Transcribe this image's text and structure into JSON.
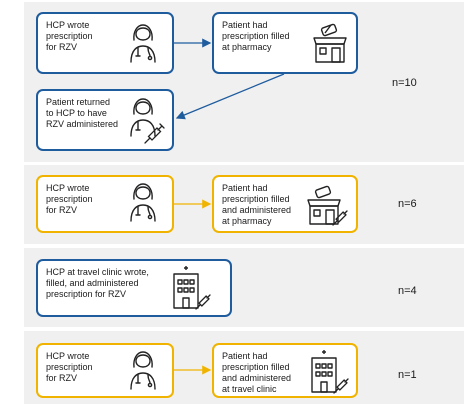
{
  "rows": [
    {
      "n_label": "n=10",
      "boxes": [
        {
          "text": "HCP wrote\nprescription\nfor RZV",
          "icon": "doctor-icon"
        },
        {
          "text": "Patient had\nprescription filled\nat pharmacy",
          "icon": "pharmacy-icon"
        },
        {
          "text": "Patient returned\nto HCP to have\nRZV administered",
          "icon": "doctor-syringe-icon"
        }
      ]
    },
    {
      "n_label": "n=6",
      "boxes": [
        {
          "text": "HCP wrote\nprescription\nfor RZV",
          "icon": "doctor-icon"
        },
        {
          "text": "Patient had\nprescription filled\nand administered\nat pharmacy",
          "icon": "pharmacy-syringe-icon"
        }
      ]
    },
    {
      "n_label": "n=4",
      "boxes": [
        {
          "text": "HCP at travel clinic wrote,\nfilled, and administered\nprescription for RZV",
          "icon": "clinic-syringe-icon"
        }
      ]
    },
    {
      "n_label": "n=1",
      "boxes": [
        {
          "text": "HCP wrote\nprescription\nfor RZV",
          "icon": "doctor-icon"
        },
        {
          "text": "Patient had\nprescription filled\nand administered\nat travel clinic",
          "icon": "clinic-syringe-icon"
        }
      ]
    }
  ],
  "colors": {
    "blue": "#1f5c9e",
    "yellow": "#f0b400",
    "panel": "#f0f0f0"
  }
}
